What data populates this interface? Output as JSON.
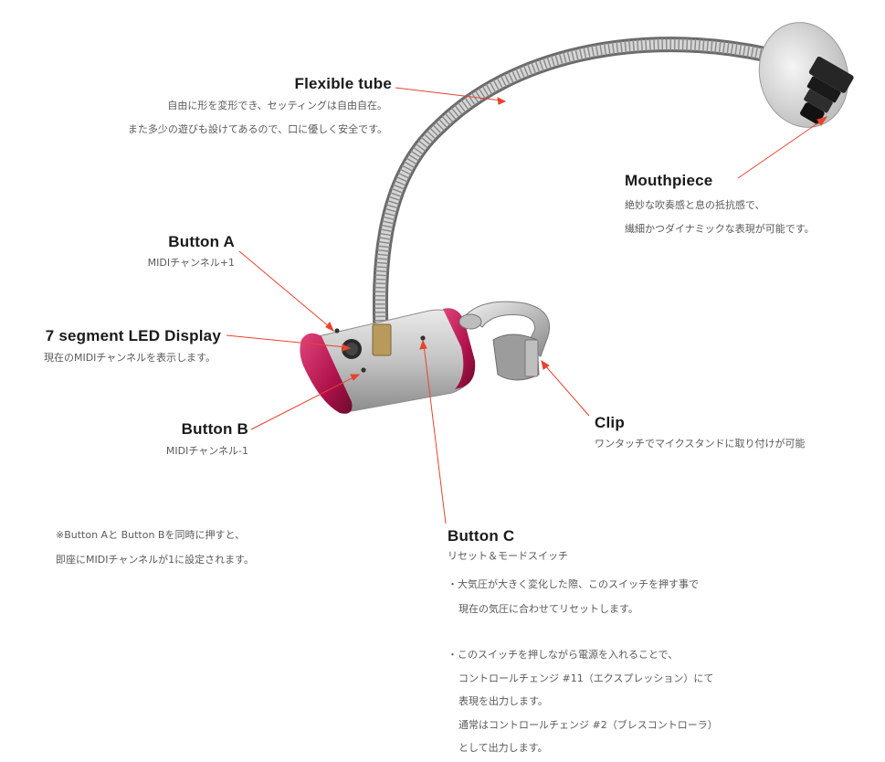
{
  "flexible_tube": {
    "title": "Flexible tube",
    "desc": [
      "自由に形を変形でき、セッティングは自由自在。",
      "また多少の遊びも設けてあるので、口に優しく安全です。"
    ]
  },
  "mouthpiece": {
    "title": "Mouthpiece",
    "desc": [
      "絶妙な吹奏感と息の抵抗感で、",
      "繊細かつダイナミックな表現が可能です。"
    ]
  },
  "button_a": {
    "title": "Button A",
    "desc": "MIDIチャンネル+1"
  },
  "led_display": {
    "title": "7 segment LED Display",
    "desc": "現在のMIDIチャンネルを表示します。"
  },
  "button_b": {
    "title": "Button B",
    "desc": "MIDIチャンネル-1"
  },
  "clip": {
    "title": "Clip",
    "desc": "ワンタッチでマイクスタンドに取り付けが可能"
  },
  "note": {
    "lines": [
      "※Button Aと Button Bを同時に押すと、",
      "即座にMIDIチャンネルが1に設定されます。"
    ]
  },
  "button_c": {
    "title": "Button C",
    "subtitle": "リセット＆モードスイッチ",
    "bullet1": [
      "・大気圧が大きく変化した際、このスイッチを押す事で",
      "現在の気圧に合わせてリセットします。"
    ],
    "bullet2": [
      "・このスイッチを押しながら電源を入れることで、",
      "コントロールチェンジ #11（エクスプレッション）にて",
      "表現を出力します。",
      "通常はコントロールチェンジ #2（ブレスコントローラ）",
      "として出力します。"
    ]
  },
  "colors": {
    "leader_line": "#e8432e",
    "accent_red": "#c2185b",
    "body_silver": "#c9c9c9"
  }
}
